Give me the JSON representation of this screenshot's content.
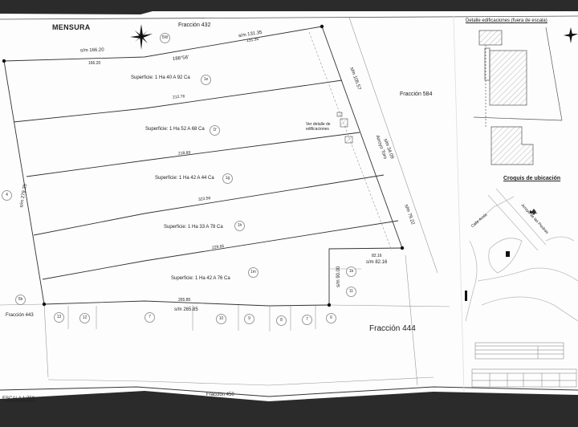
{
  "title": "MENSURA",
  "scale": "ESCALA 1:750",
  "neighbors": {
    "north": "Fracción 432",
    "east": "Fracción 584",
    "southeast": "Fracción 444",
    "south": "Fracción 450",
    "west": "Fracción 443",
    "road": "Arroyo Toro"
  },
  "boundaries": {
    "north_west": "s/m 166.20",
    "north_west_small": "166.20",
    "north_east": "s/m 131.35",
    "north_east_small": "131.35",
    "angle": "188°56'",
    "west": "s/m 279.25",
    "east_1": "s/m 105.57",
    "east_2": "s/m 34.09",
    "east_3": "s/m 79.22",
    "south_east": "s/m 82.16",
    "south_east_small": "82.16",
    "south_inner": "s/m 90.00",
    "south": "s/m 265.85",
    "south_small": "265.85"
  },
  "lots": [
    {
      "id": "1e",
      "area": "Superficie: 1 Ha  40 A  92 Ca",
      "side": "212.76"
    },
    {
      "id": "1f",
      "area": "Superficie: 1 Ha  52 A  68 Ca",
      "side": "218.89"
    },
    {
      "id": "1g",
      "area": "Superficie: 1 Ha  42 A  44 Ca",
      "side": "323.58"
    },
    {
      "id": "1h",
      "area": "Superficie: 1 Ha  33 A  78 Ca",
      "side": "229.65"
    },
    {
      "id": "1m",
      "area": "Superficie: 1 Ha  42 A  76 Ca",
      "side": "265.85"
    }
  ],
  "north_lot_id": "5W",
  "west_lot_ids": [
    "4",
    "5b"
  ],
  "east_lot_ids": [
    "1b",
    "11"
  ],
  "south_lot_ids": [
    "13",
    "12",
    "7",
    "10",
    "9",
    "8",
    "7",
    "6"
  ],
  "buildings_note": "Ver detalle de edificaciones",
  "detail_title": "Detalle edificaciones (fuera de escala)",
  "location_title": "Croquis de ubicación",
  "location_streets": [
    "Calle Arola",
    "Arroyo de las Piedras"
  ],
  "colors": {
    "paper": "#ffffff",
    "line": "#333333",
    "frame": "#2b2b2b"
  },
  "icons": [
    "north-arrow-icon",
    "boundary-marker-icon"
  ]
}
